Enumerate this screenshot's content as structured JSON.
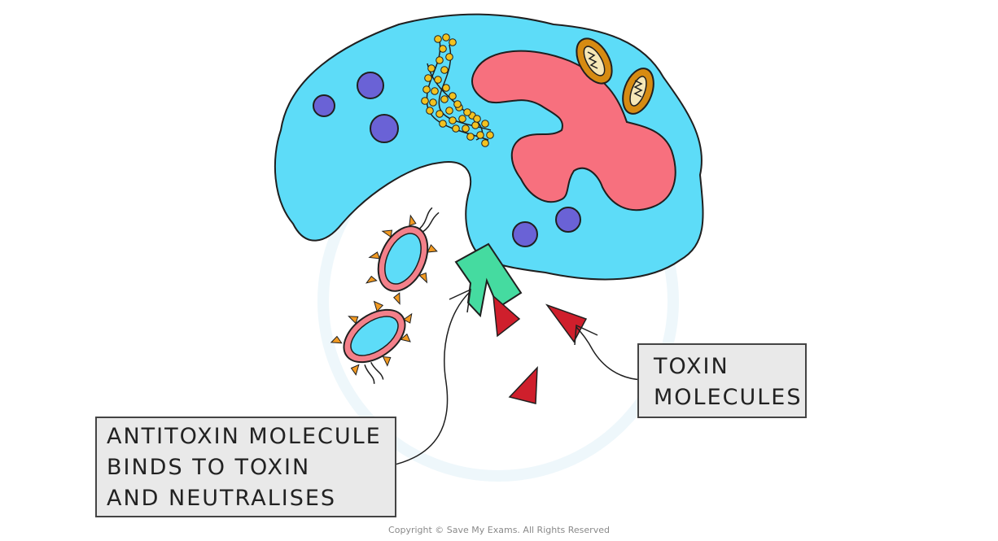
{
  "labels": {
    "antitoxin": [
      "ANTITOXIN MOLECULE",
      "BINDS TO TOXIN",
      "AND NEUTRALISES"
    ],
    "toxin": [
      "TOXIN",
      "MOLECULES"
    ]
  },
  "copyright": "Copyright © Save My Exams. All Rights Reserved",
  "colors": {
    "cytoplasm": "#5ddcf8",
    "nucleus": "#f7707e",
    "vesicle": "#6a62d6",
    "mitochondrion": "#d68b12",
    "ribosome": "#f3c21f",
    "antitoxin": "#45dba0",
    "toxin": "#cf1f2c",
    "bacterium_wall": "#f3808a",
    "bacterium_spike": "#f29a22",
    "label_bg": "#e9e9e9"
  }
}
